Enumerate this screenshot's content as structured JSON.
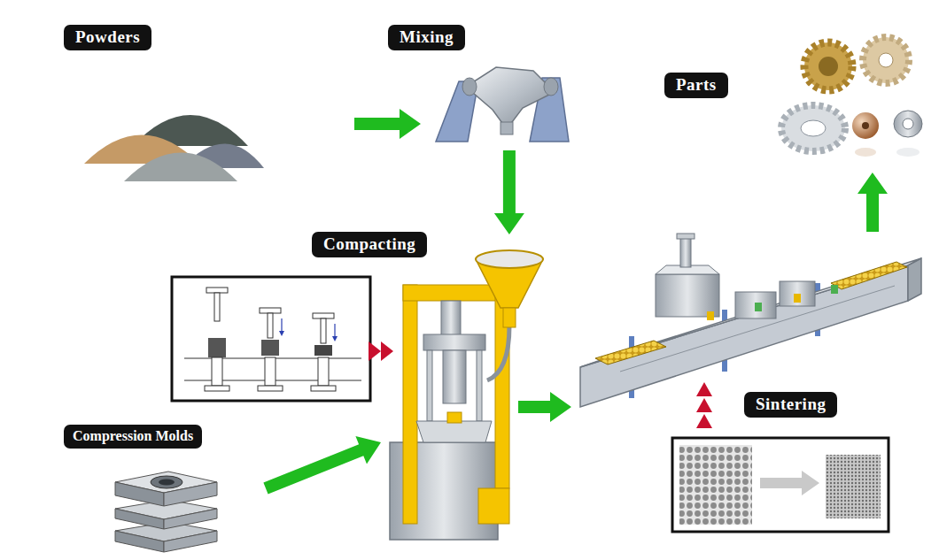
{
  "diagram": {
    "nodes": [
      {
        "text": [
          "Powders"
        ]
      },
      {
        "text": [
          "Mixing"
        ]
      },
      {
        "text": [
          "Parts"
        ]
      },
      {
        "text": [
          "Compacting"
        ]
      },
      {
        "text": [
          "Sintering"
        ]
      },
      {
        "text": [
          "Compression Molds"
        ]
      }
    ],
    "edges": [
      {
        "from": 0,
        "to": 1,
        "arrow": "to"
      },
      {
        "from": 1,
        "to": 3,
        "arrow": "to"
      },
      {
        "from": 5,
        "to": 3,
        "arrow": "to"
      },
      {
        "from": 3,
        "to": 4,
        "arrow": "to"
      },
      {
        "from": 4,
        "to": 2,
        "arrow": "to"
      }
    ]
  }
}
